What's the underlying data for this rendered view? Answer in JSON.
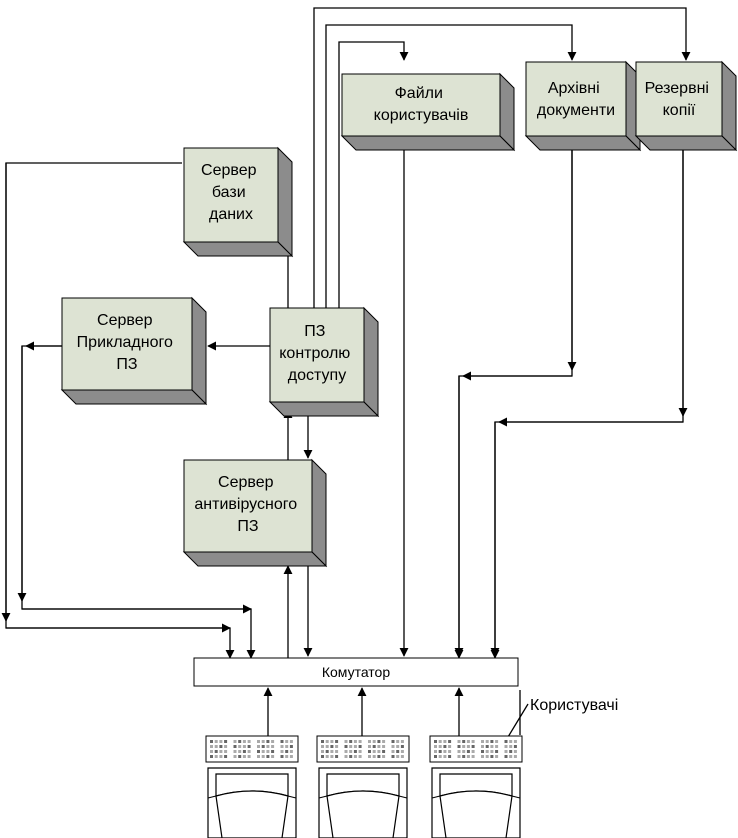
{
  "diagram": {
    "nodes": {
      "db_server": {
        "label": [
          "Сервер",
          "бази",
          "даних"
        ]
      },
      "app_server": {
        "label": [
          "Сервер",
          "Прикладного",
          "ПЗ"
        ]
      },
      "access_control": {
        "label": [
          "ПЗ",
          "контролю",
          "доступу"
        ]
      },
      "antivirus_server": {
        "label": [
          "Сервер",
          "антивірусного",
          "ПЗ"
        ]
      },
      "user_files": {
        "label": [
          "Файли",
          "користувачів"
        ]
      },
      "archive_docs": {
        "label": [
          "Архівні",
          "документи"
        ]
      },
      "backups": {
        "label": [
          "Резервні",
          "копії"
        ]
      },
      "switch": {
        "label": "Комутатор"
      },
      "users": {
        "label": "Користувачі"
      }
    },
    "edges": [
      {
        "from": "access_control",
        "to": "db_server"
      },
      {
        "from": "access_control",
        "to": "app_server"
      },
      {
        "from": "access_control",
        "to": "antivirus_server"
      },
      {
        "from": "antivirus_server",
        "to": "access_control"
      },
      {
        "from": "access_control",
        "to": "user_files"
      },
      {
        "from": "access_control",
        "to": "archive_docs"
      },
      {
        "from": "access_control",
        "to": "backups"
      },
      {
        "from": "db_server",
        "to": "switch"
      },
      {
        "from": "app_server",
        "to": "switch"
      },
      {
        "from": "switch",
        "to": "antivirus_server"
      },
      {
        "from": "antivirus_server",
        "to": "switch"
      },
      {
        "from": "user_files",
        "to": "switch"
      },
      {
        "from": "archive_docs",
        "to": "switch"
      },
      {
        "from": "backups",
        "to": "switch"
      },
      {
        "from": "users",
        "to": "switch"
      }
    ],
    "colors": {
      "box_fill": "#dde3d3",
      "box_side": "#8c8c8c",
      "box_stroke": "#000000",
      "line": "#000000"
    }
  }
}
